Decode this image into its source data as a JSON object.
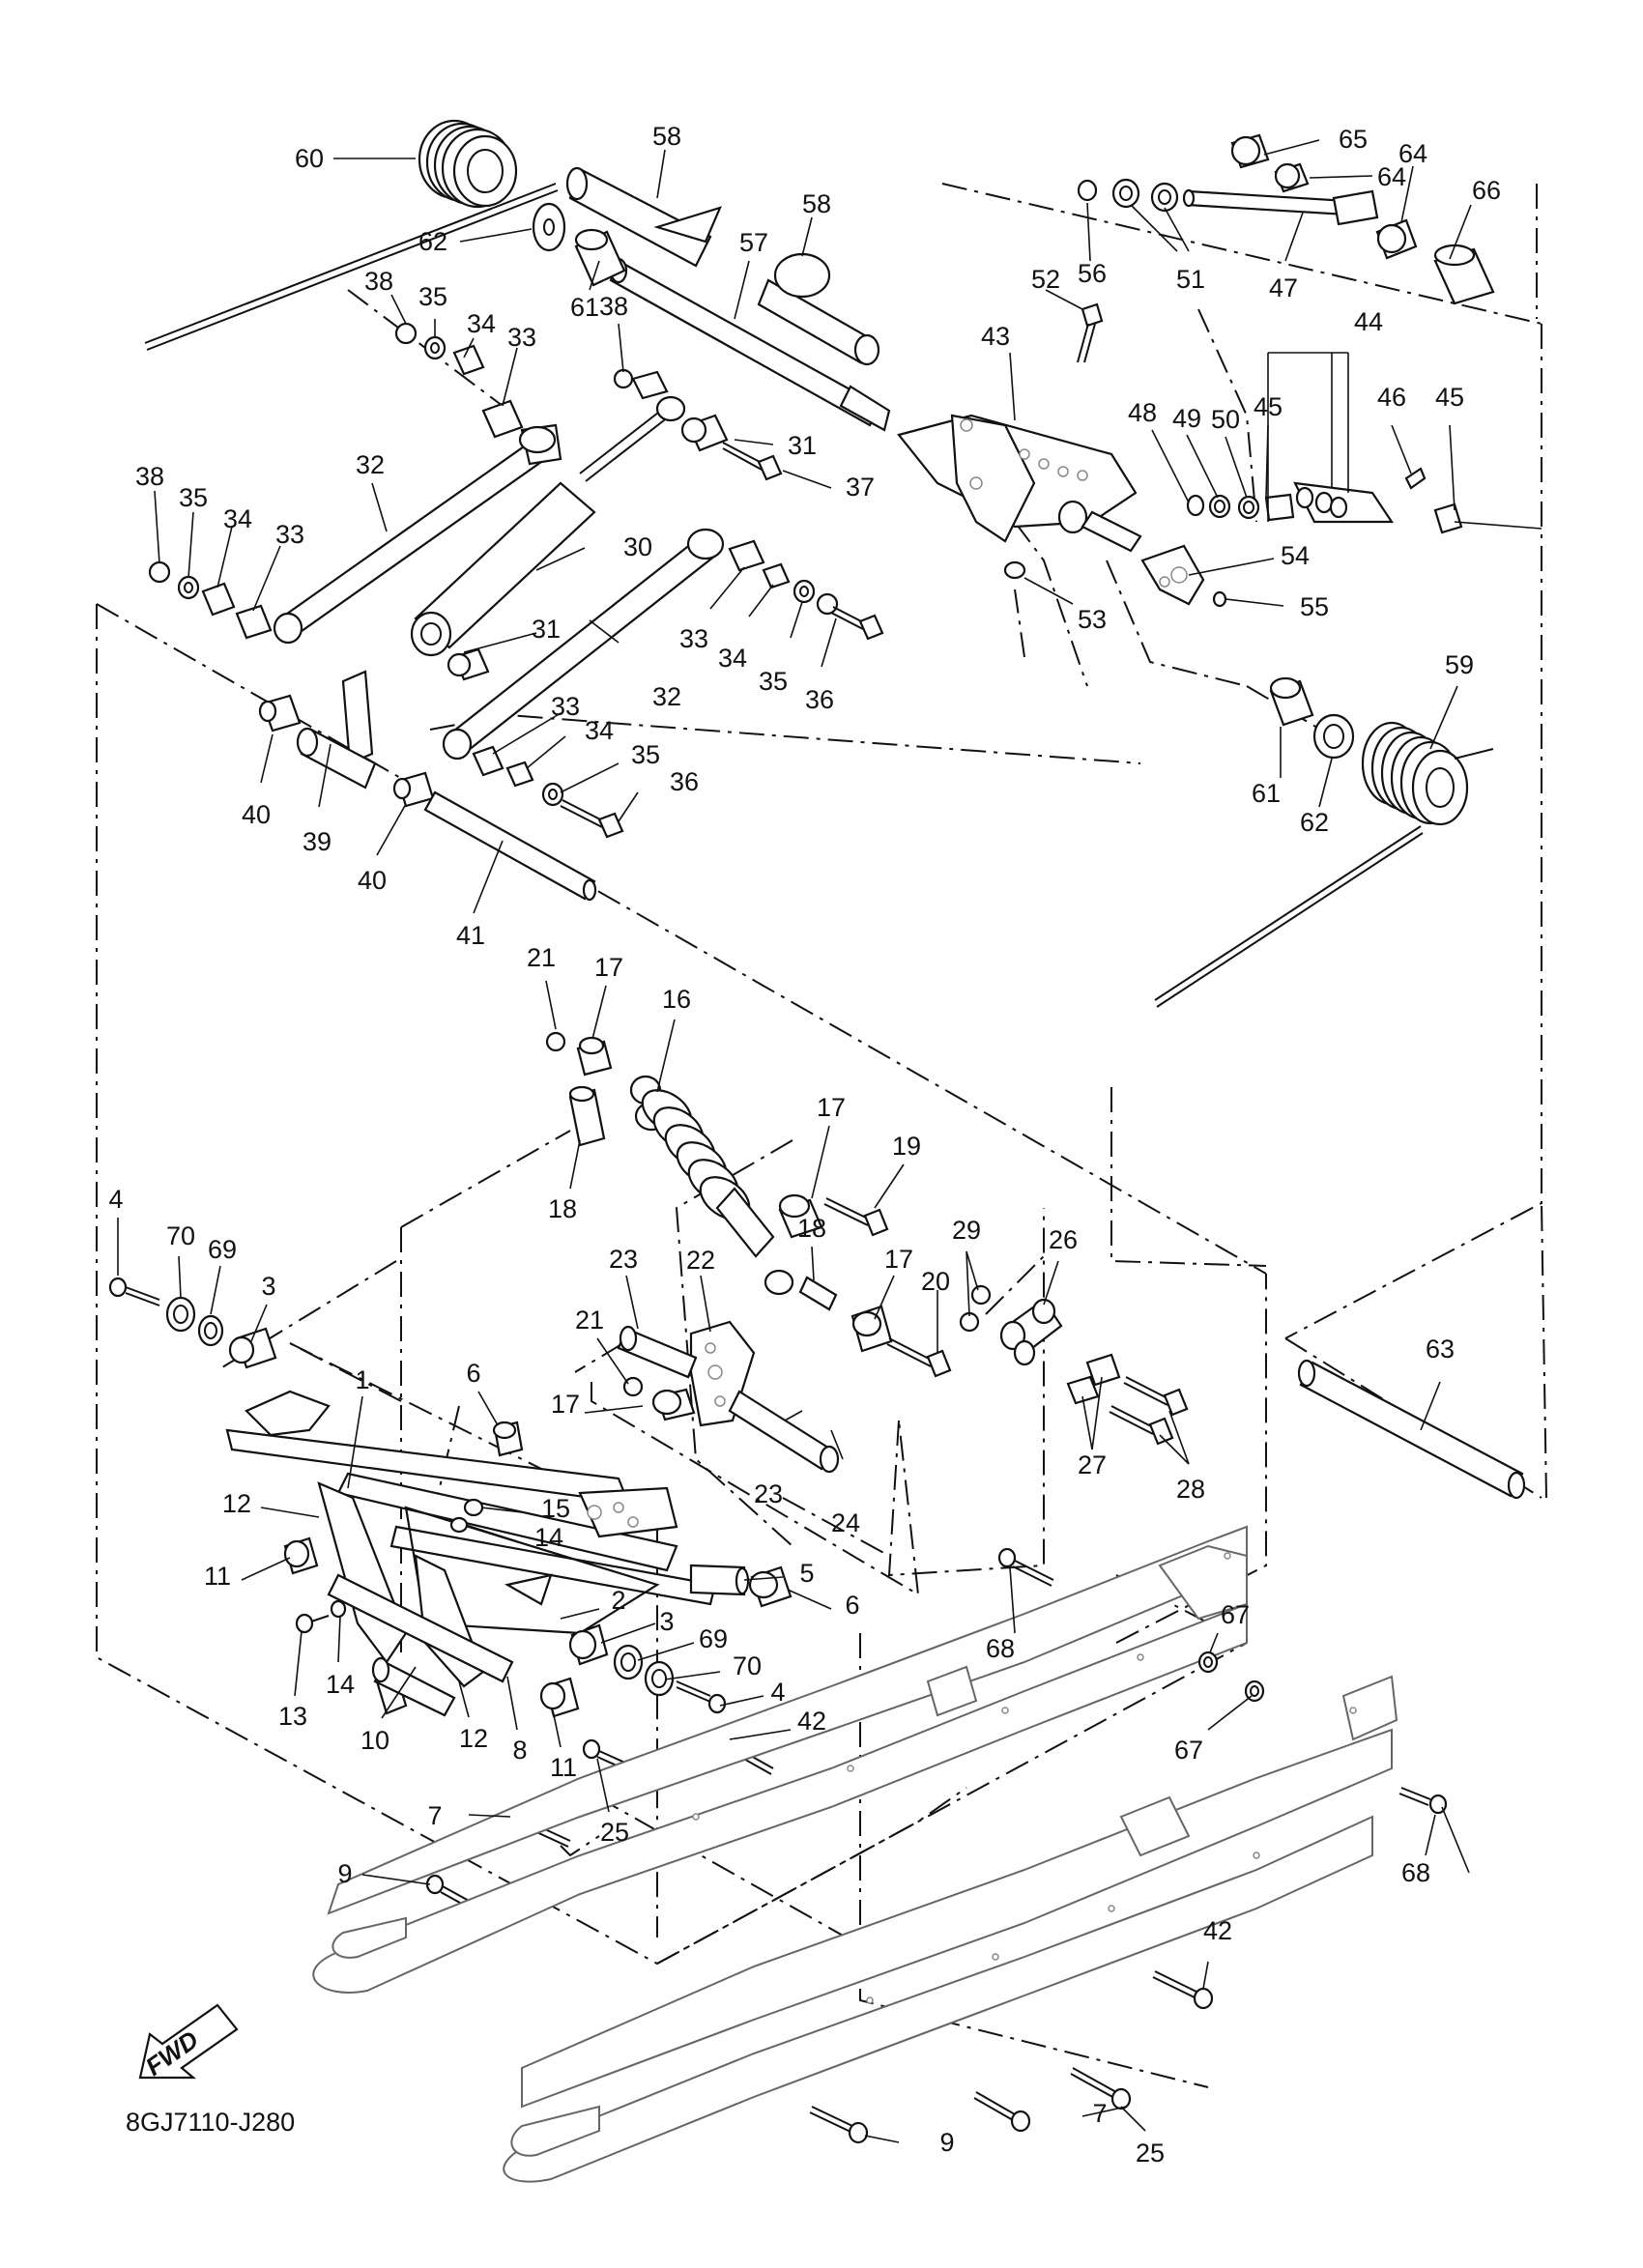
{
  "diagram": {
    "part_code": "8GJ7110-J280",
    "direction_label": "FWD"
  },
  "callouts": [
    {
      "id": "c60",
      "text": "60"
    },
    {
      "id": "c58a",
      "text": "58"
    },
    {
      "id": "c58b",
      "text": "58"
    },
    {
      "id": "c57",
      "text": "57"
    },
    {
      "id": "c62a",
      "text": "62"
    },
    {
      "id": "c61a",
      "text": "61"
    },
    {
      "id": "c38a",
      "text": "38"
    },
    {
      "id": "c35a",
      "text": "35"
    },
    {
      "id": "c34a",
      "text": "34"
    },
    {
      "id": "c33a",
      "text": "33"
    },
    {
      "id": "c38b",
      "text": "38"
    },
    {
      "id": "c31a",
      "text": "31"
    },
    {
      "id": "c37",
      "text": "37"
    },
    {
      "id": "c32a",
      "text": "32"
    },
    {
      "id": "c38c",
      "text": "38"
    },
    {
      "id": "c35b",
      "text": "35"
    },
    {
      "id": "c34b",
      "text": "34"
    },
    {
      "id": "c33b",
      "text": "33"
    },
    {
      "id": "c30",
      "text": "30"
    },
    {
      "id": "c31b",
      "text": "31"
    },
    {
      "id": "c33c",
      "text": "33"
    },
    {
      "id": "c34c",
      "text": "34"
    },
    {
      "id": "c35c",
      "text": "35"
    },
    {
      "id": "c36a",
      "text": "36"
    },
    {
      "id": "c32b",
      "text": "32"
    },
    {
      "id": "c33d",
      "text": "33"
    },
    {
      "id": "c34d",
      "text": "34"
    },
    {
      "id": "c35d",
      "text": "35"
    },
    {
      "id": "c36b",
      "text": "36"
    },
    {
      "id": "c40a",
      "text": "40"
    },
    {
      "id": "c39",
      "text": "39"
    },
    {
      "id": "c40b",
      "text": "40"
    },
    {
      "id": "c41",
      "text": "41"
    },
    {
      "id": "c65",
      "text": "65"
    },
    {
      "id": "c64a",
      "text": "64"
    },
    {
      "id": "c64b",
      "text": "64"
    },
    {
      "id": "c66",
      "text": "66"
    },
    {
      "id": "c56",
      "text": "56"
    },
    {
      "id": "c51",
      "text": "51"
    },
    {
      "id": "c47",
      "text": "47"
    },
    {
      "id": "c52",
      "text": "52"
    },
    {
      "id": "c43",
      "text": "43"
    },
    {
      "id": "c44",
      "text": "44"
    },
    {
      "id": "c48",
      "text": "48"
    },
    {
      "id": "c49",
      "text": "49"
    },
    {
      "id": "c50",
      "text": "50"
    },
    {
      "id": "c45a",
      "text": "45"
    },
    {
      "id": "c46",
      "text": "46"
    },
    {
      "id": "c45b",
      "text": "45"
    },
    {
      "id": "c54",
      "text": "54"
    },
    {
      "id": "c53",
      "text": "53"
    },
    {
      "id": "c55",
      "text": "55"
    },
    {
      "id": "c59",
      "text": "59"
    },
    {
      "id": "c61b",
      "text": "61"
    },
    {
      "id": "c62b",
      "text": "62"
    },
    {
      "id": "c21a",
      "text": "21"
    },
    {
      "id": "c17a",
      "text": "17"
    },
    {
      "id": "c16",
      "text": "16"
    },
    {
      "id": "c17b",
      "text": "17"
    },
    {
      "id": "c19",
      "text": "19"
    },
    {
      "id": "c18a",
      "text": "18"
    },
    {
      "id": "c18b",
      "text": "18"
    },
    {
      "id": "c23a",
      "text": "23"
    },
    {
      "id": "c22",
      "text": "22"
    },
    {
      "id": "c17c",
      "text": "17"
    },
    {
      "id": "c20",
      "text": "20"
    },
    {
      "id": "c29",
      "text": "29"
    },
    {
      "id": "c26",
      "text": "26"
    },
    {
      "id": "c21b",
      "text": "21"
    },
    {
      "id": "c17d",
      "text": "17"
    },
    {
      "id": "c23b",
      "text": "23"
    },
    {
      "id": "c24",
      "text": "24"
    },
    {
      "id": "c27",
      "text": "27"
    },
    {
      "id": "c28",
      "text": "28"
    },
    {
      "id": "c63",
      "text": "63"
    },
    {
      "id": "c4a",
      "text": "4"
    },
    {
      "id": "c70a",
      "text": "70"
    },
    {
      "id": "c69a",
      "text": "69"
    },
    {
      "id": "c3a",
      "text": "3"
    },
    {
      "id": "c1",
      "text": "1"
    },
    {
      "id": "c6a",
      "text": "6"
    },
    {
      "id": "c12a",
      "text": "12"
    },
    {
      "id": "c15",
      "text": "15"
    },
    {
      "id": "c14a",
      "text": "14"
    },
    {
      "id": "c11a",
      "text": "11"
    },
    {
      "id": "c5",
      "text": "5"
    },
    {
      "id": "c6b",
      "text": "6"
    },
    {
      "id": "c2",
      "text": "2"
    },
    {
      "id": "c3b",
      "text": "3"
    },
    {
      "id": "c69b",
      "text": "69"
    },
    {
      "id": "c70b",
      "text": "70"
    },
    {
      "id": "c4b",
      "text": "4"
    },
    {
      "id": "c13",
      "text": "13"
    },
    {
      "id": "c14b",
      "text": "14"
    },
    {
      "id": "c10",
      "text": "10"
    },
    {
      "id": "c12b",
      "text": "12"
    },
    {
      "id": "c8",
      "text": "8"
    },
    {
      "id": "c11b",
      "text": "11"
    },
    {
      "id": "c42a",
      "text": "42"
    },
    {
      "id": "c25a",
      "text": "25"
    },
    {
      "id": "c7a",
      "text": "7"
    },
    {
      "id": "c9a",
      "text": "9"
    },
    {
      "id": "c68a",
      "text": "68"
    },
    {
      "id": "c67a",
      "text": "67"
    },
    {
      "id": "c67b",
      "text": "67"
    },
    {
      "id": "c68b",
      "text": "68"
    },
    {
      "id": "c42b",
      "text": "42"
    },
    {
      "id": "c7b",
      "text": "7"
    },
    {
      "id": "c25b",
      "text": "25"
    },
    {
      "id": "c9b",
      "text": "9"
    }
  ]
}
